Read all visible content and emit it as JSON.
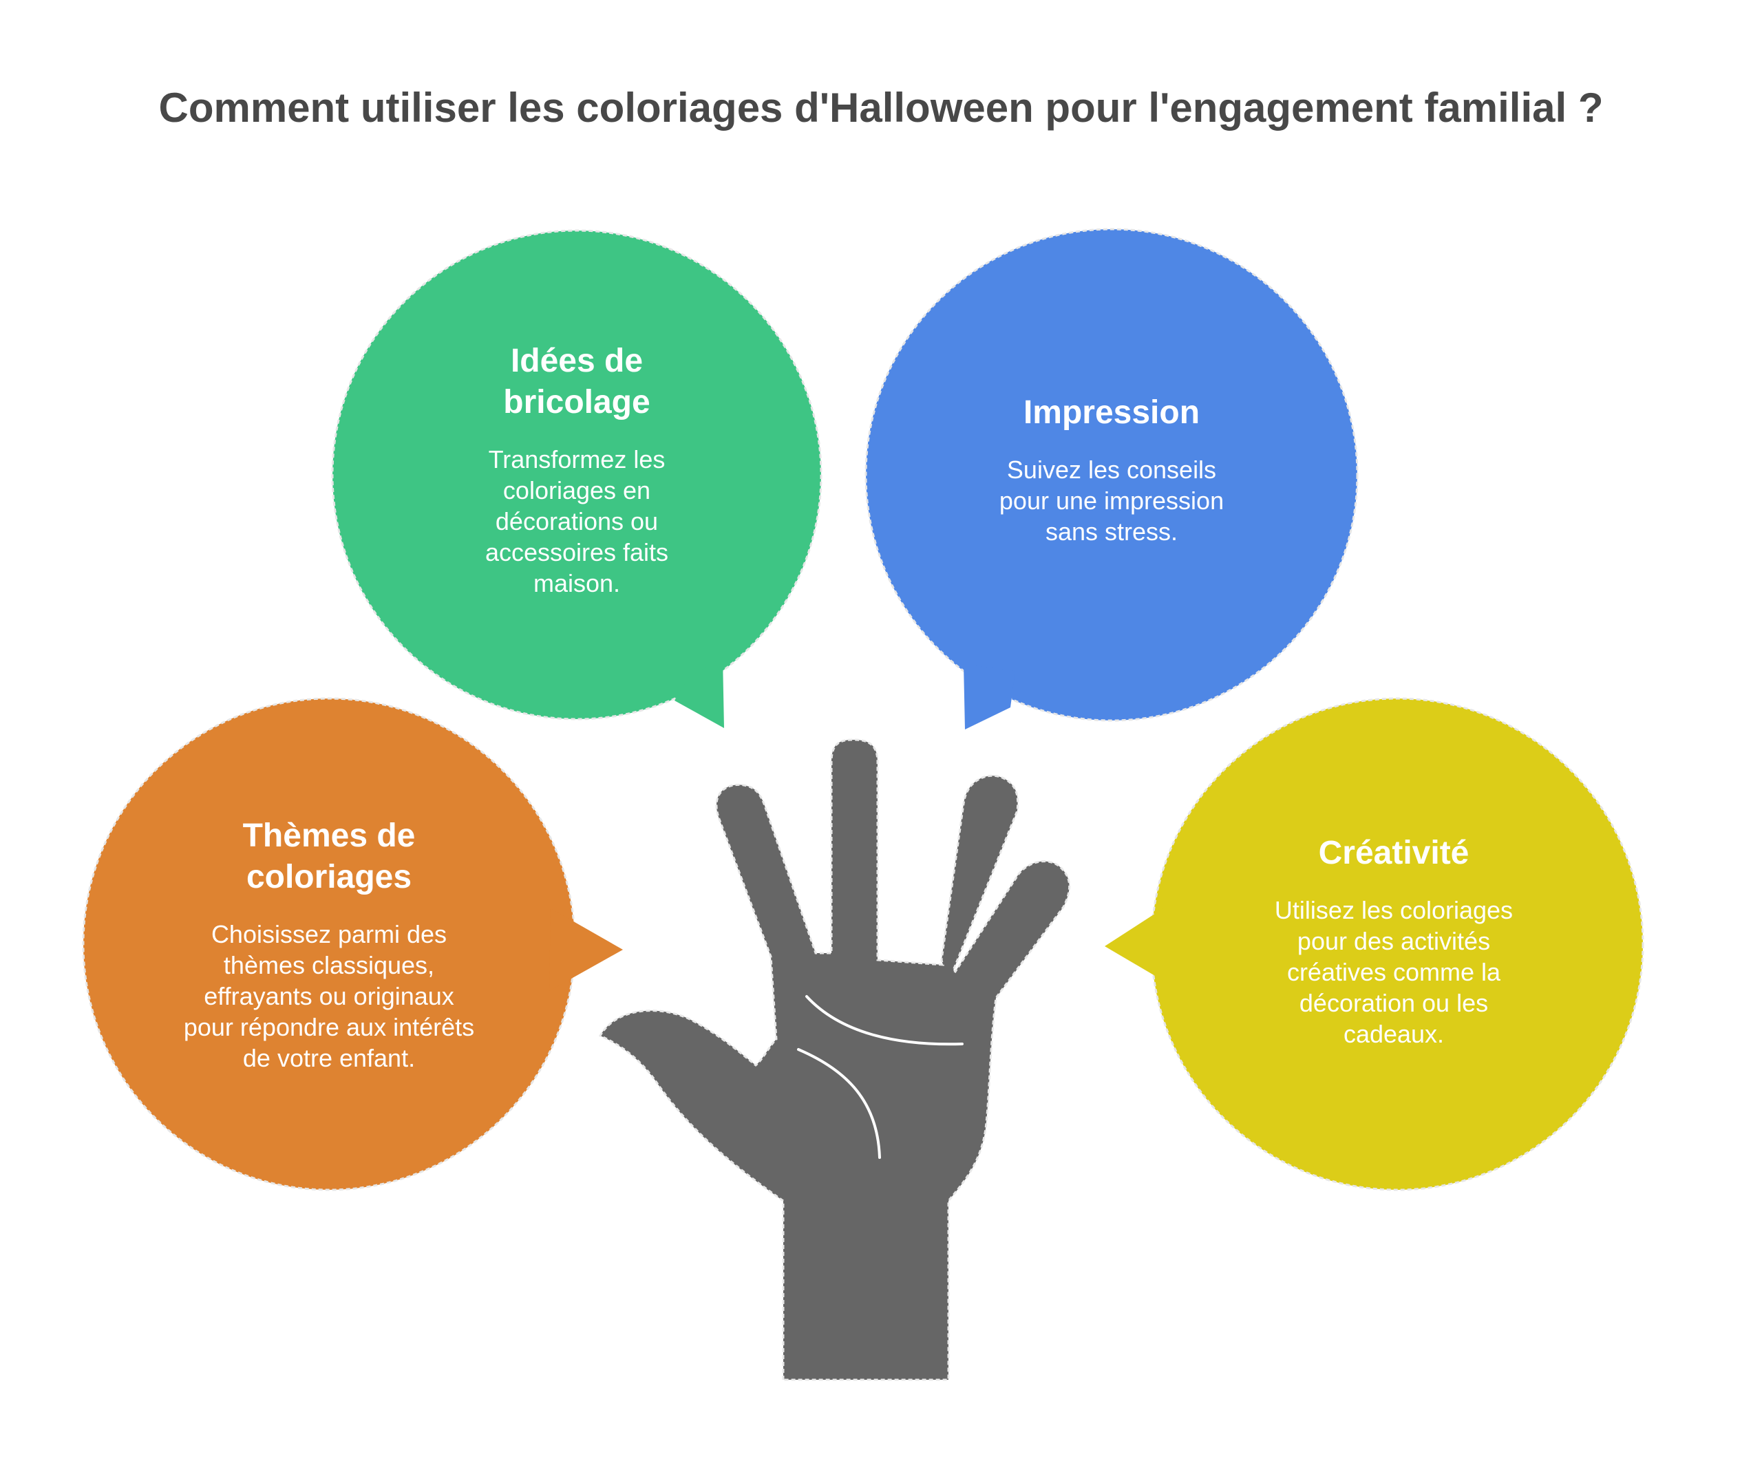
{
  "title": "Comment utiliser les coloriages d'Halloween pour l'engagement familial ?",
  "colors": {
    "diy": "#3ec584",
    "printing": "#4f87e5",
    "themes": "#de8331",
    "creativity": "#dccd18",
    "hand": "#666666",
    "title_text": "#484848"
  },
  "bubbles": {
    "diy": {
      "title": "Idées de bricolage",
      "description": "Transformez les coloriages en décorations ou accessoires faits maison."
    },
    "printing": {
      "title": "Impression",
      "description": "Suivez les conseils pour une impression sans stress."
    },
    "themes": {
      "title": "Thèmes de coloriages",
      "description": "Choisissez parmi des thèmes classiques, effrayants ou originaux pour répondre aux intérêts de votre enfant."
    },
    "creativity": {
      "title": "Créativité",
      "description": "Utilisez les coloriages pour des activités créatives comme la décoration ou les cadeaux."
    }
  },
  "icons": {
    "hand": "open-hand-icon"
  }
}
